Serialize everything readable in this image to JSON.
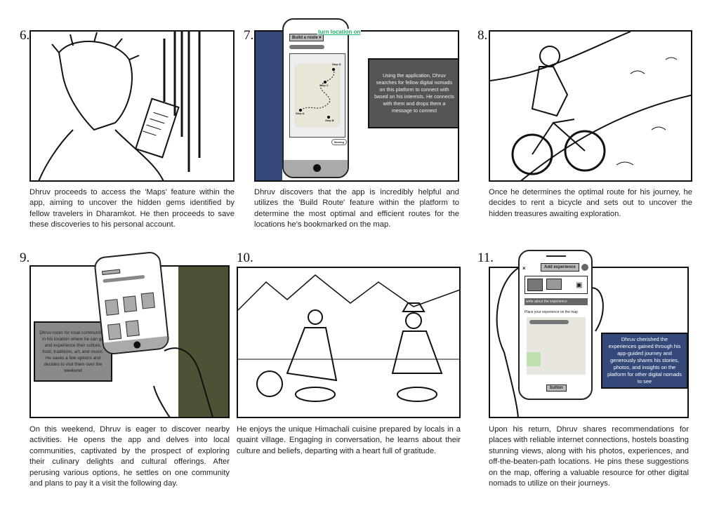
{
  "panels": [
    {
      "number": "6.",
      "caption": "Dhruv proceeds to access the 'Maps' feature within the app, aiming to uncover the hidden gems identified by fellow travelers in Dharamkot. He then proceeds to save these discoveries to his personal account."
    },
    {
      "number": "7.",
      "caption": "Dhruv discovers that the app is incredibly helpful and utilizes the 'Build Route' feature within the platform to determine the most optimal and efficient routes for the locations he's bookmarked on the map.",
      "callout": "Using the application, Dhruv searches for fellow digital nomads on this platform to connect with based on his interests. He connects with them and drops them a message to connect",
      "phone": {
        "dropdown": "Build a route",
        "location_link": "turn location on",
        "steps": [
          "Step D",
          "Step C",
          "Step A",
          "Step B"
        ],
        "mode_label": "Moving"
      }
    },
    {
      "number": "8.",
      "caption": "Once he determines the optimal route for his journey, he decides to rent a bicycle and sets out to uncover the hidden treasures awaiting exploration."
    },
    {
      "number": "9.",
      "caption": "On this weekend, Dhruv is eager to discover nearby activities. He opens the app and delves into local communities, captivated by the prospect of exploring their culinary delights and cultural offerings. After perusing various options, he settles on one community and plans to pay it a visit the following day.",
      "callout": "Dhruv looks for local communities in his location where he can go and experience their culture, food, traditions, art, and music. He saves a few options and decides to visit them over the weekend"
    },
    {
      "number": "10.",
      "caption": "He enjoys the unique Himachali cuisine prepared by locals in a quaint village. Engaging in conversation, he learns about their culture and beliefs, departing with a heart full of gratitude."
    },
    {
      "number": "11.",
      "caption": "Upon his return, Dhruv shares recommendations for places with reliable internet connections, hostels boasting stunning views, along with his photos, experiences, and off-the-beaten-path locations. He pins these suggestions on the map, offering a valuable resource for other digital nomads to utilize on their journeys.",
      "callout": "Dhruv cherished the experiences gained through his app-guided journey and generously shares his stories, photos, and insights on the platform for other digital nomads to see",
      "phone": {
        "close": "×",
        "title_button": "Add experience",
        "text_field": "write about the experience",
        "map_label": "Place your experience on the map",
        "button": "button"
      }
    }
  ],
  "colors": {
    "navy": "#34497a",
    "olive": "#4c5334",
    "dark_gray": "#555555",
    "gray": "#8a8a8a",
    "accent_green": "#1fae6a"
  }
}
